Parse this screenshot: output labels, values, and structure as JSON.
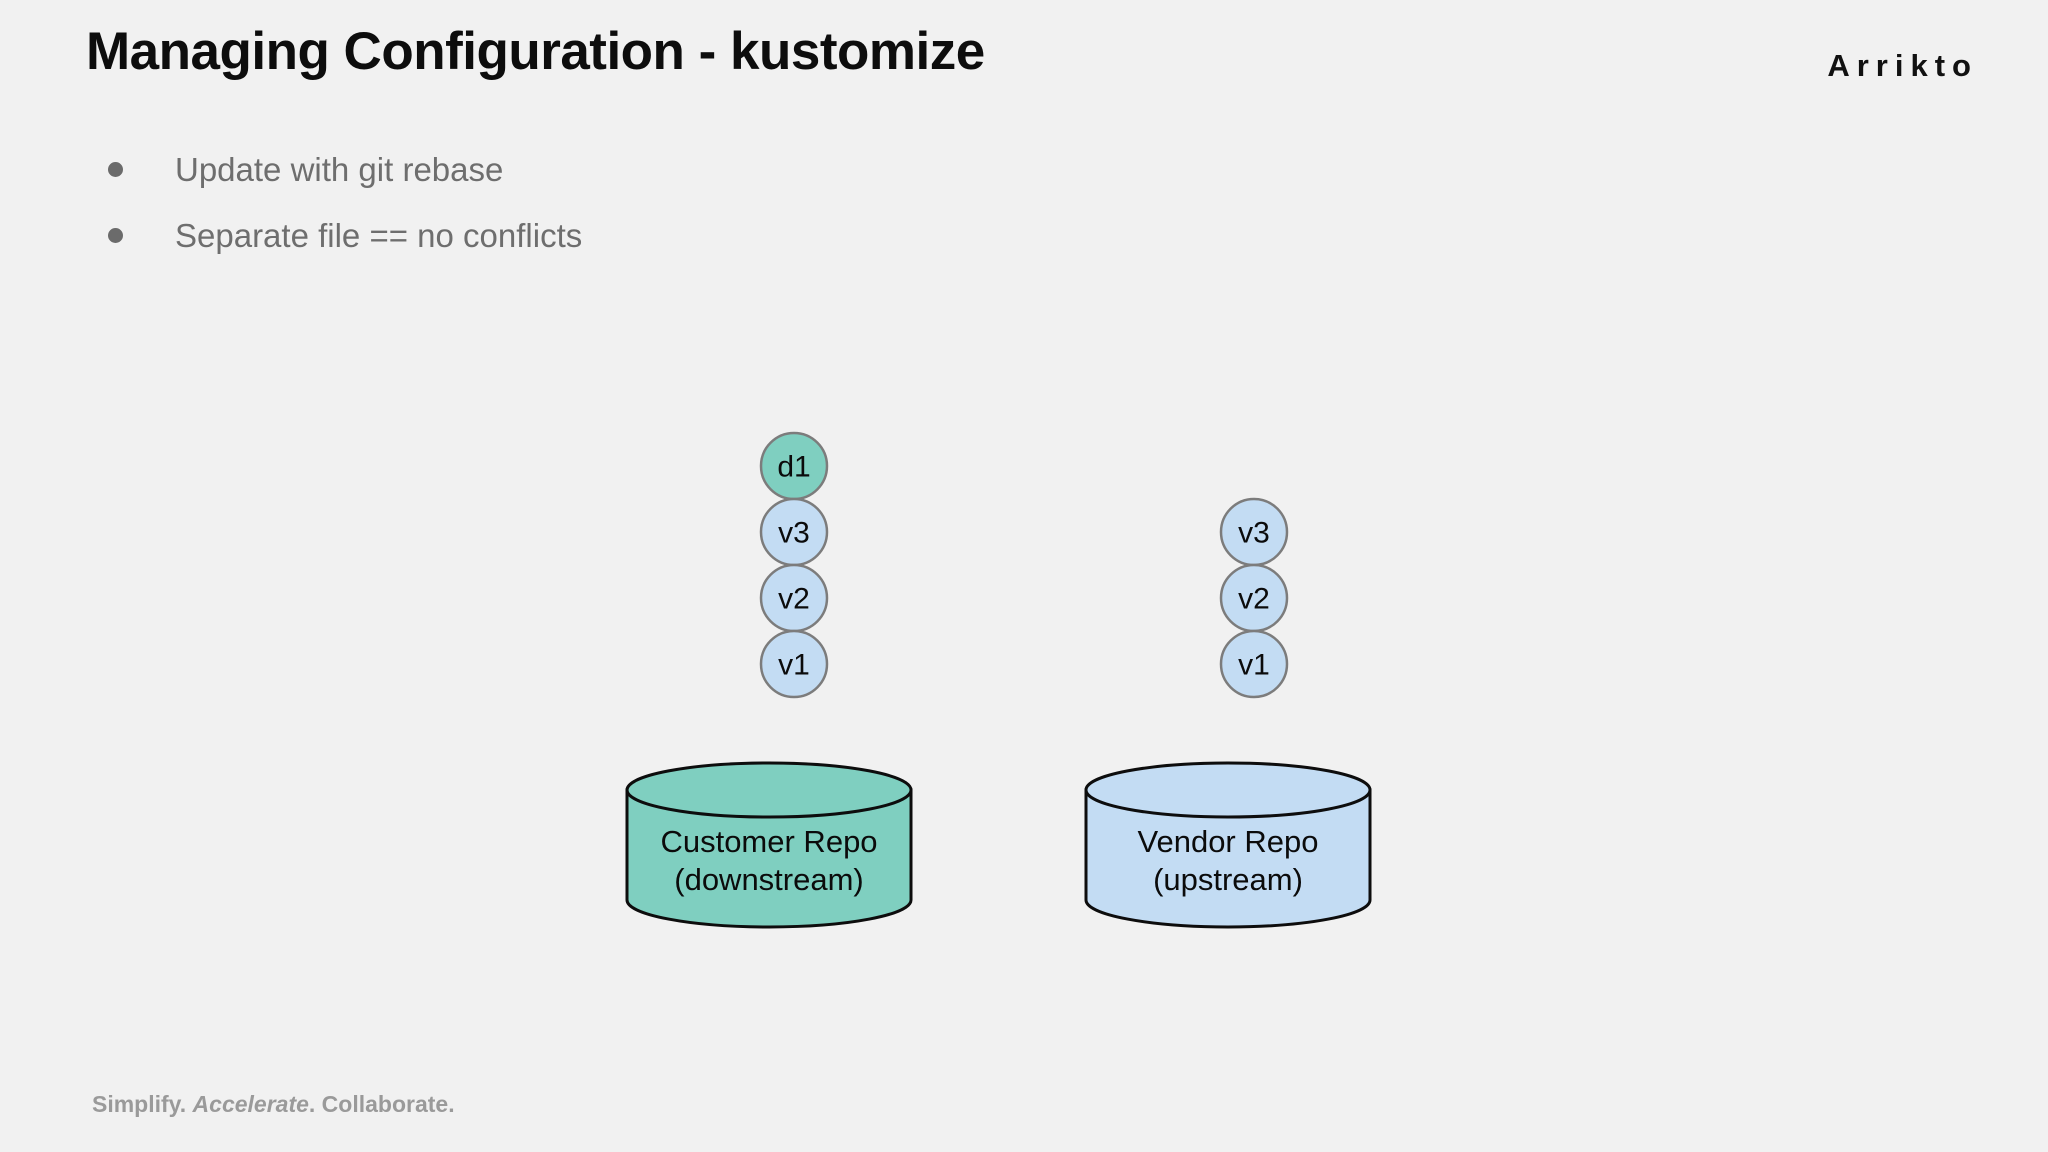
{
  "slide": {
    "background_color": "#f1f1f1",
    "title": "Managing Configuration - kustomize",
    "brand": "Arrikto"
  },
  "bullets": [
    {
      "text": "Update with git rebase"
    },
    {
      "text": "Separate file == no conflicts"
    }
  ],
  "diagram": {
    "colors": {
      "teal_fill": "#7fcfc0",
      "blue_fill": "#c3dcf3",
      "node_stroke": "#7c7c7c",
      "cylinder_stroke": "#0d0d0d",
      "connector": "#7c7c7c"
    },
    "branches": [
      {
        "name": "customer",
        "repo_line1": "Customer Repo",
        "repo_line2": "(downstream)",
        "repo_fill": "#7fcfc0",
        "commits": [
          {
            "label": "d1",
            "fill": "#7fcfc0"
          },
          {
            "label": "v3",
            "fill": "#c3dcf3"
          },
          {
            "label": "v2",
            "fill": "#c3dcf3"
          },
          {
            "label": "v1",
            "fill": "#c3dcf3"
          }
        ]
      },
      {
        "name": "vendor",
        "repo_line1": "Vendor Repo",
        "repo_line2": "(upstream)",
        "repo_fill": "#c3dcf3",
        "commits": [
          {
            "label": "v3",
            "fill": "#c3dcf3"
          },
          {
            "label": "v2",
            "fill": "#c3dcf3"
          },
          {
            "label": "v1",
            "fill": "#c3dcf3"
          }
        ]
      }
    ]
  },
  "footer": {
    "part1": "Simplify.",
    "part2": "Accelerate",
    "part3": ". Collaborate."
  }
}
